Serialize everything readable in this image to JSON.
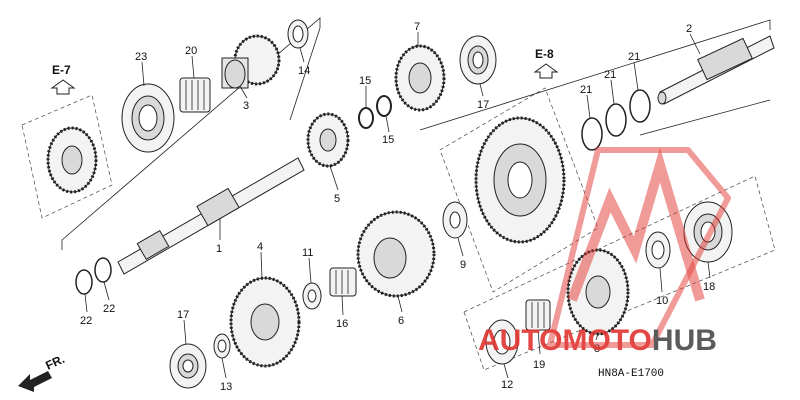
{
  "diagram": {
    "reference_labels": {
      "e7": "E-7",
      "e8": "E-8"
    },
    "front_marker": "FR.",
    "diagram_code": "HN8A-E1700",
    "watermark": {
      "part1": "AUTO",
      "part2": "MOTO",
      "part3": "HUB"
    },
    "colors": {
      "watermark_red": "#e0342f",
      "watermark_dark": "#4a4a4a",
      "line": "#222222"
    },
    "callouts": [
      {
        "id": "c23",
        "text": "23"
      },
      {
        "id": "c20",
        "text": "20"
      },
      {
        "id": "c3",
        "text": "3"
      },
      {
        "id": "c14",
        "text": "14"
      },
      {
        "id": "c15a",
        "text": "15"
      },
      {
        "id": "c15b",
        "text": "15"
      },
      {
        "id": "c7",
        "text": "7"
      },
      {
        "id": "c17a",
        "text": "17"
      },
      {
        "id": "c2",
        "text": "2"
      },
      {
        "id": "c21a",
        "text": "21"
      },
      {
        "id": "c21b",
        "text": "21"
      },
      {
        "id": "c21c",
        "text": "21"
      },
      {
        "id": "c5",
        "text": "5"
      },
      {
        "id": "c1",
        "text": "1"
      },
      {
        "id": "c4",
        "text": "4"
      },
      {
        "id": "c11",
        "text": "11"
      },
      {
        "id": "c6",
        "text": "6"
      },
      {
        "id": "c9",
        "text": "9"
      },
      {
        "id": "c22a",
        "text": "22"
      },
      {
        "id": "c22b",
        "text": "22"
      },
      {
        "id": "c16",
        "text": "16"
      },
      {
        "id": "c17b",
        "text": "17"
      },
      {
        "id": "c13",
        "text": "13"
      },
      {
        "id": "c10",
        "text": "10"
      },
      {
        "id": "c18",
        "text": "18"
      },
      {
        "id": "c19",
        "text": "19"
      },
      {
        "id": "c8",
        "text": "8"
      },
      {
        "id": "c12",
        "text": "12"
      }
    ]
  }
}
